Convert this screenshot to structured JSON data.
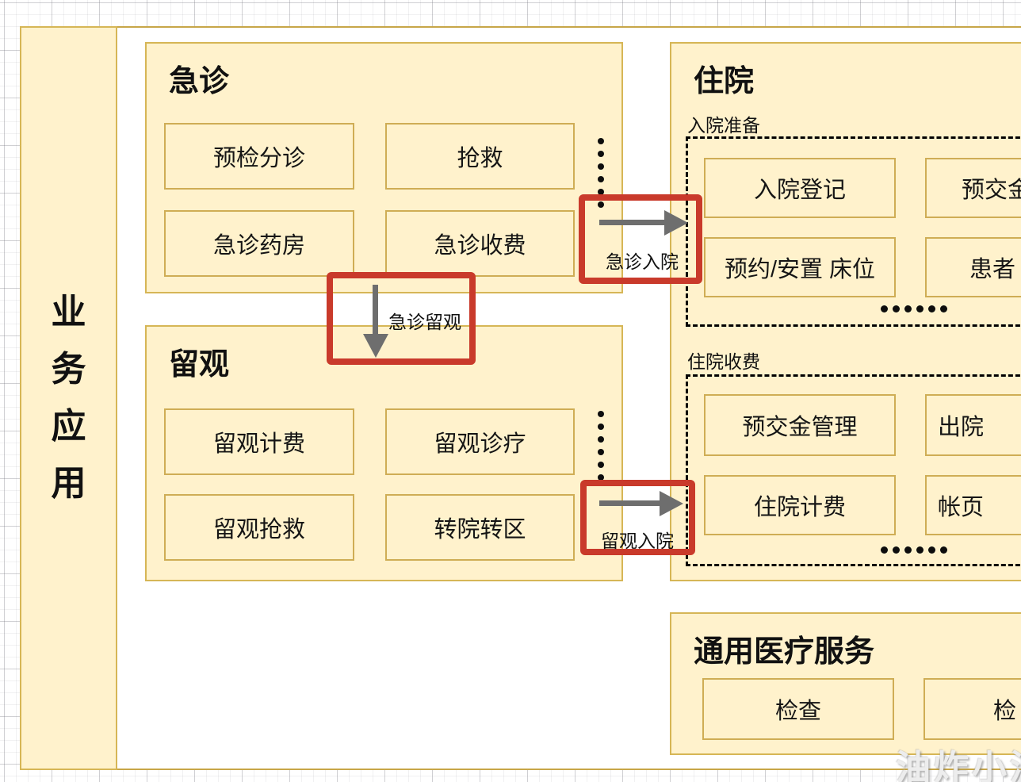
{
  "sidebar": {
    "label": "业务应用",
    "chars": [
      "业",
      "务",
      "应",
      "用"
    ]
  },
  "groups": {
    "emergency": {
      "title": "急诊",
      "items": [
        "预检分诊",
        "抢救",
        "急诊药房",
        "急诊收费"
      ]
    },
    "observation": {
      "title": "留观",
      "items": [
        "留观计费",
        "留观诊疗",
        "留观抢救",
        "转院转区"
      ]
    },
    "inpatient": {
      "title": "住院",
      "sections": [
        {
          "label": "入院准备",
          "items": [
            "入院登记",
            "预交金",
            "预约/安置 床位",
            "患者"
          ]
        },
        {
          "label": "住院收费",
          "items": [
            "预交金管理",
            "出院",
            "住院计费",
            "帐页"
          ]
        }
      ]
    },
    "general": {
      "title": "通用医疗服务",
      "items": [
        "检查",
        "检"
      ]
    }
  },
  "connectors": [
    {
      "label": "急诊入院",
      "direction": "right"
    },
    {
      "label": "急诊留观",
      "direction": "down"
    },
    {
      "label": "留观入院",
      "direction": "right"
    }
  ],
  "watermark": "油炸小波",
  "colors": {
    "node_fill": "#FFF2CC",
    "node_border": "#D6B656",
    "highlight_red": "#C93A2B",
    "arrow_gray": "#6E6E6E"
  }
}
